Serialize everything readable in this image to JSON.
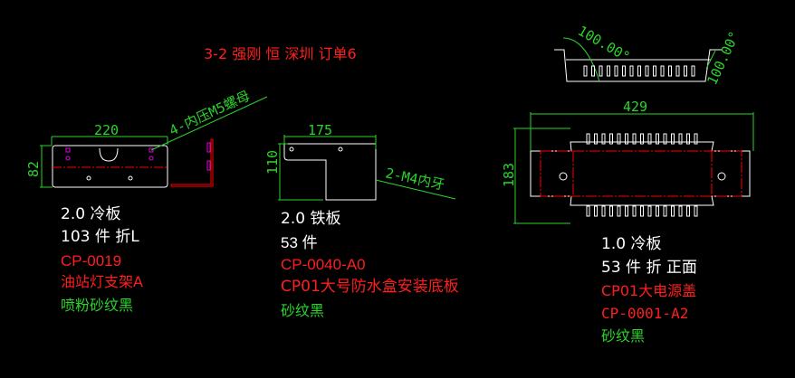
{
  "header": {
    "title": "3-2  强刚 恒 深圳 订单6"
  },
  "part1": {
    "dim_width": "220",
    "dim_height": "82",
    "note": "4-内压M5螺母",
    "material": "2.0  冷板",
    "qty": "103  件  折L",
    "code": "CP-0019",
    "name": "油站灯支架A",
    "finish": "喷粉砂纹黑"
  },
  "part2": {
    "dim_width": "175",
    "dim_height": "110",
    "note": "2-M4内牙",
    "material": "2.0  铁板",
    "qty": "53 件",
    "code": "CP-0040-A0",
    "name": "CP01大号防水盒安装底板",
    "finish": "砂纹黑"
  },
  "part3": {
    "dim_width": "429",
    "dim_height": "183",
    "angle_left": "100.00°",
    "angle_right": "100.00°",
    "material": "1.0 冷板",
    "qty": "53 件 折 正面",
    "name": "CP01大电源盖",
    "code": "CP-0001-A2",
    "finish": "砂纹黑"
  },
  "colors": {
    "background": "#000000",
    "outline": "#ffffff",
    "dimension": "#2bd42b",
    "bend": "#ff1e1e",
    "insert": "#e000e0"
  }
}
